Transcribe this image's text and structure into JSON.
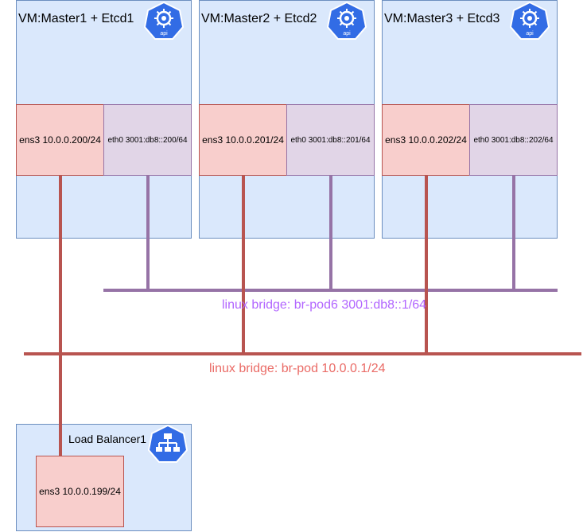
{
  "colors": {
    "vm_fill": "#dae8fc",
    "vm_stroke": "#6c8ebf",
    "ipv4_nic_fill": "#f8cecc",
    "ipv4_nic_stroke": "#b85450",
    "ipv6_nic_fill": "#e1d5e7",
    "ipv6_nic_stroke": "#9673a6",
    "ipv4_bridge_line": "#b85450",
    "ipv6_bridge_line": "#9673a6",
    "ipv4_bridge_label": "#ea6b66",
    "ipv6_bridge_label": "#b266ff",
    "k8s_icon": "#326ce5"
  },
  "vms": [
    {
      "title": "VM:Master1 + Etcd1",
      "ens3": "ens3 10.0.0.200/24",
      "eth0": "eth0 3001:db8::200/64",
      "icon": "kubernetes-api-icon",
      "icon_text": "api"
    },
    {
      "title": "VM:Master2 + Etcd2",
      "ens3": "ens3 10.0.0.201/24",
      "eth0": "eth0 3001:db8::201/64",
      "icon": "kubernetes-api-icon",
      "icon_text": "api"
    },
    {
      "title": "VM:Master3 + Etcd3",
      "ens3": "ens3 10.0.0.202/24",
      "eth0": "eth0 3001:db8::202/64",
      "icon": "kubernetes-api-icon",
      "icon_text": "api"
    }
  ],
  "bridges": {
    "ipv6": {
      "label": "linux bridge: br-pod6 3001:db8::1/64"
    },
    "ipv4": {
      "label": "linux bridge: br-pod 10.0.0.1/24"
    }
  },
  "load_balancer": {
    "title": "Load Balancer1",
    "ens3": "ens3 10.0.0.199/24",
    "icon": "network-topology-icon"
  }
}
